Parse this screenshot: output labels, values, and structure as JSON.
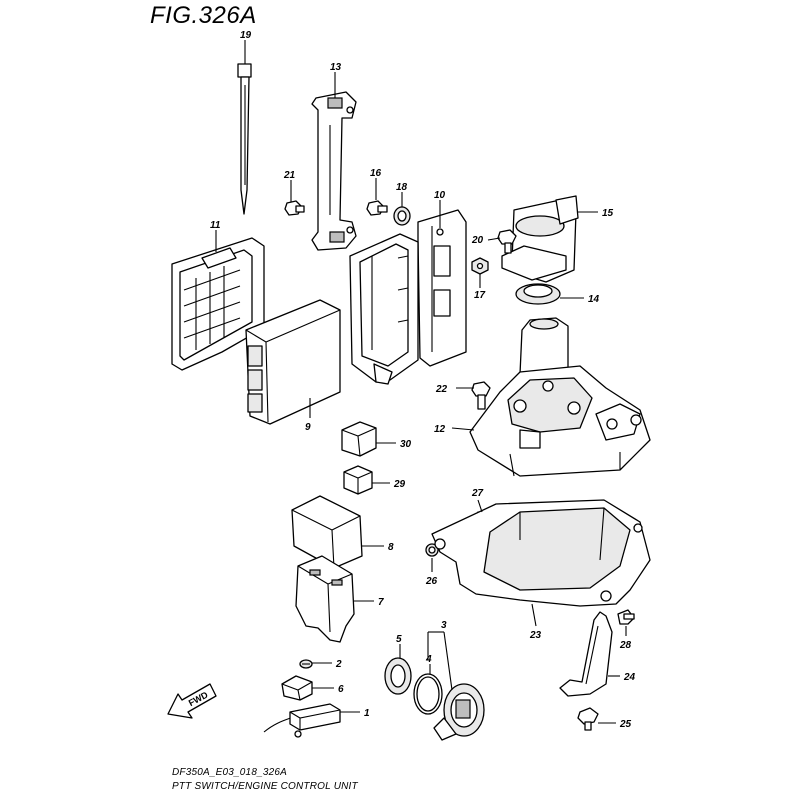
{
  "figure": {
    "title": "FIG.326A",
    "code": "DF350A_E03_018_326A",
    "subtitle": "PTT SWITCH/ENGINE CONTROL UNIT"
  },
  "callouts": [
    "19",
    "13",
    "21",
    "16",
    "18",
    "10",
    "15",
    "20",
    "11",
    "17",
    "14",
    "9",
    "22",
    "12",
    "30",
    "29",
    "27",
    "8",
    "26",
    "7",
    "23",
    "28",
    "3",
    "5",
    "4",
    "2",
    "24",
    "6",
    "1",
    "25"
  ],
  "forward_label": "FWD"
}
